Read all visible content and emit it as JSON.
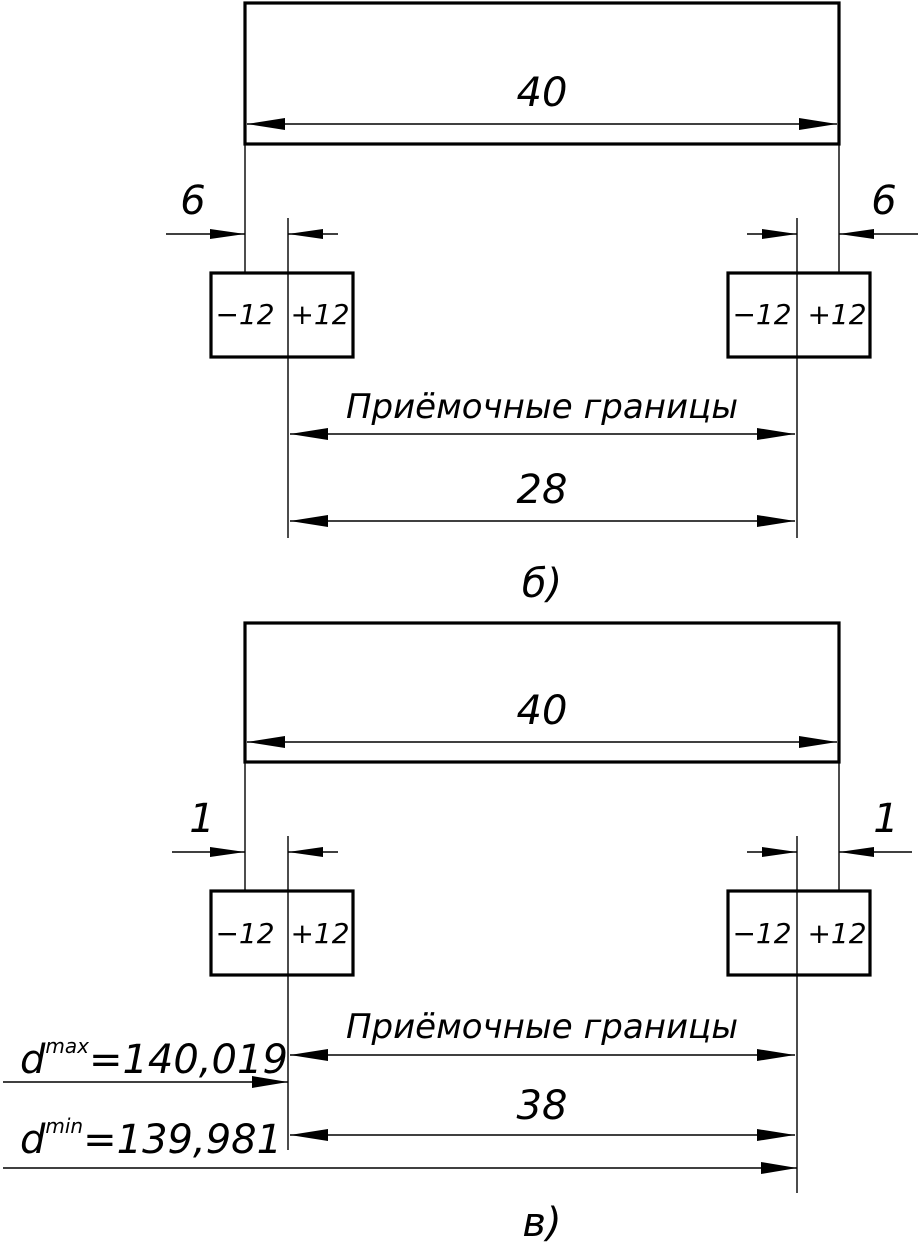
{
  "diagram_b": {
    "total_length": "40",
    "left_offset": "6",
    "right_offset": "6",
    "left_box": {
      "minus": "−12",
      "plus": "+12"
    },
    "right_box": {
      "minus": "−12",
      "plus": "+12"
    },
    "acceptance_label": "Приёмочные границы",
    "acceptance_length": "28",
    "caption": "б)"
  },
  "diagram_v": {
    "total_length": "40",
    "left_offset": "1",
    "right_offset": "1",
    "left_box": {
      "minus": "−12",
      "plus": "+12"
    },
    "right_box": {
      "minus": "−12",
      "plus": "+12"
    },
    "acceptance_label": "Приёмочные границы",
    "acceptance_length": "38",
    "dmax": {
      "symbol": "d",
      "sup": "max",
      "value": "=140,019"
    },
    "dmin": {
      "symbol": "d",
      "sup": "min",
      "value": "=139,981"
    },
    "caption": "в)"
  }
}
